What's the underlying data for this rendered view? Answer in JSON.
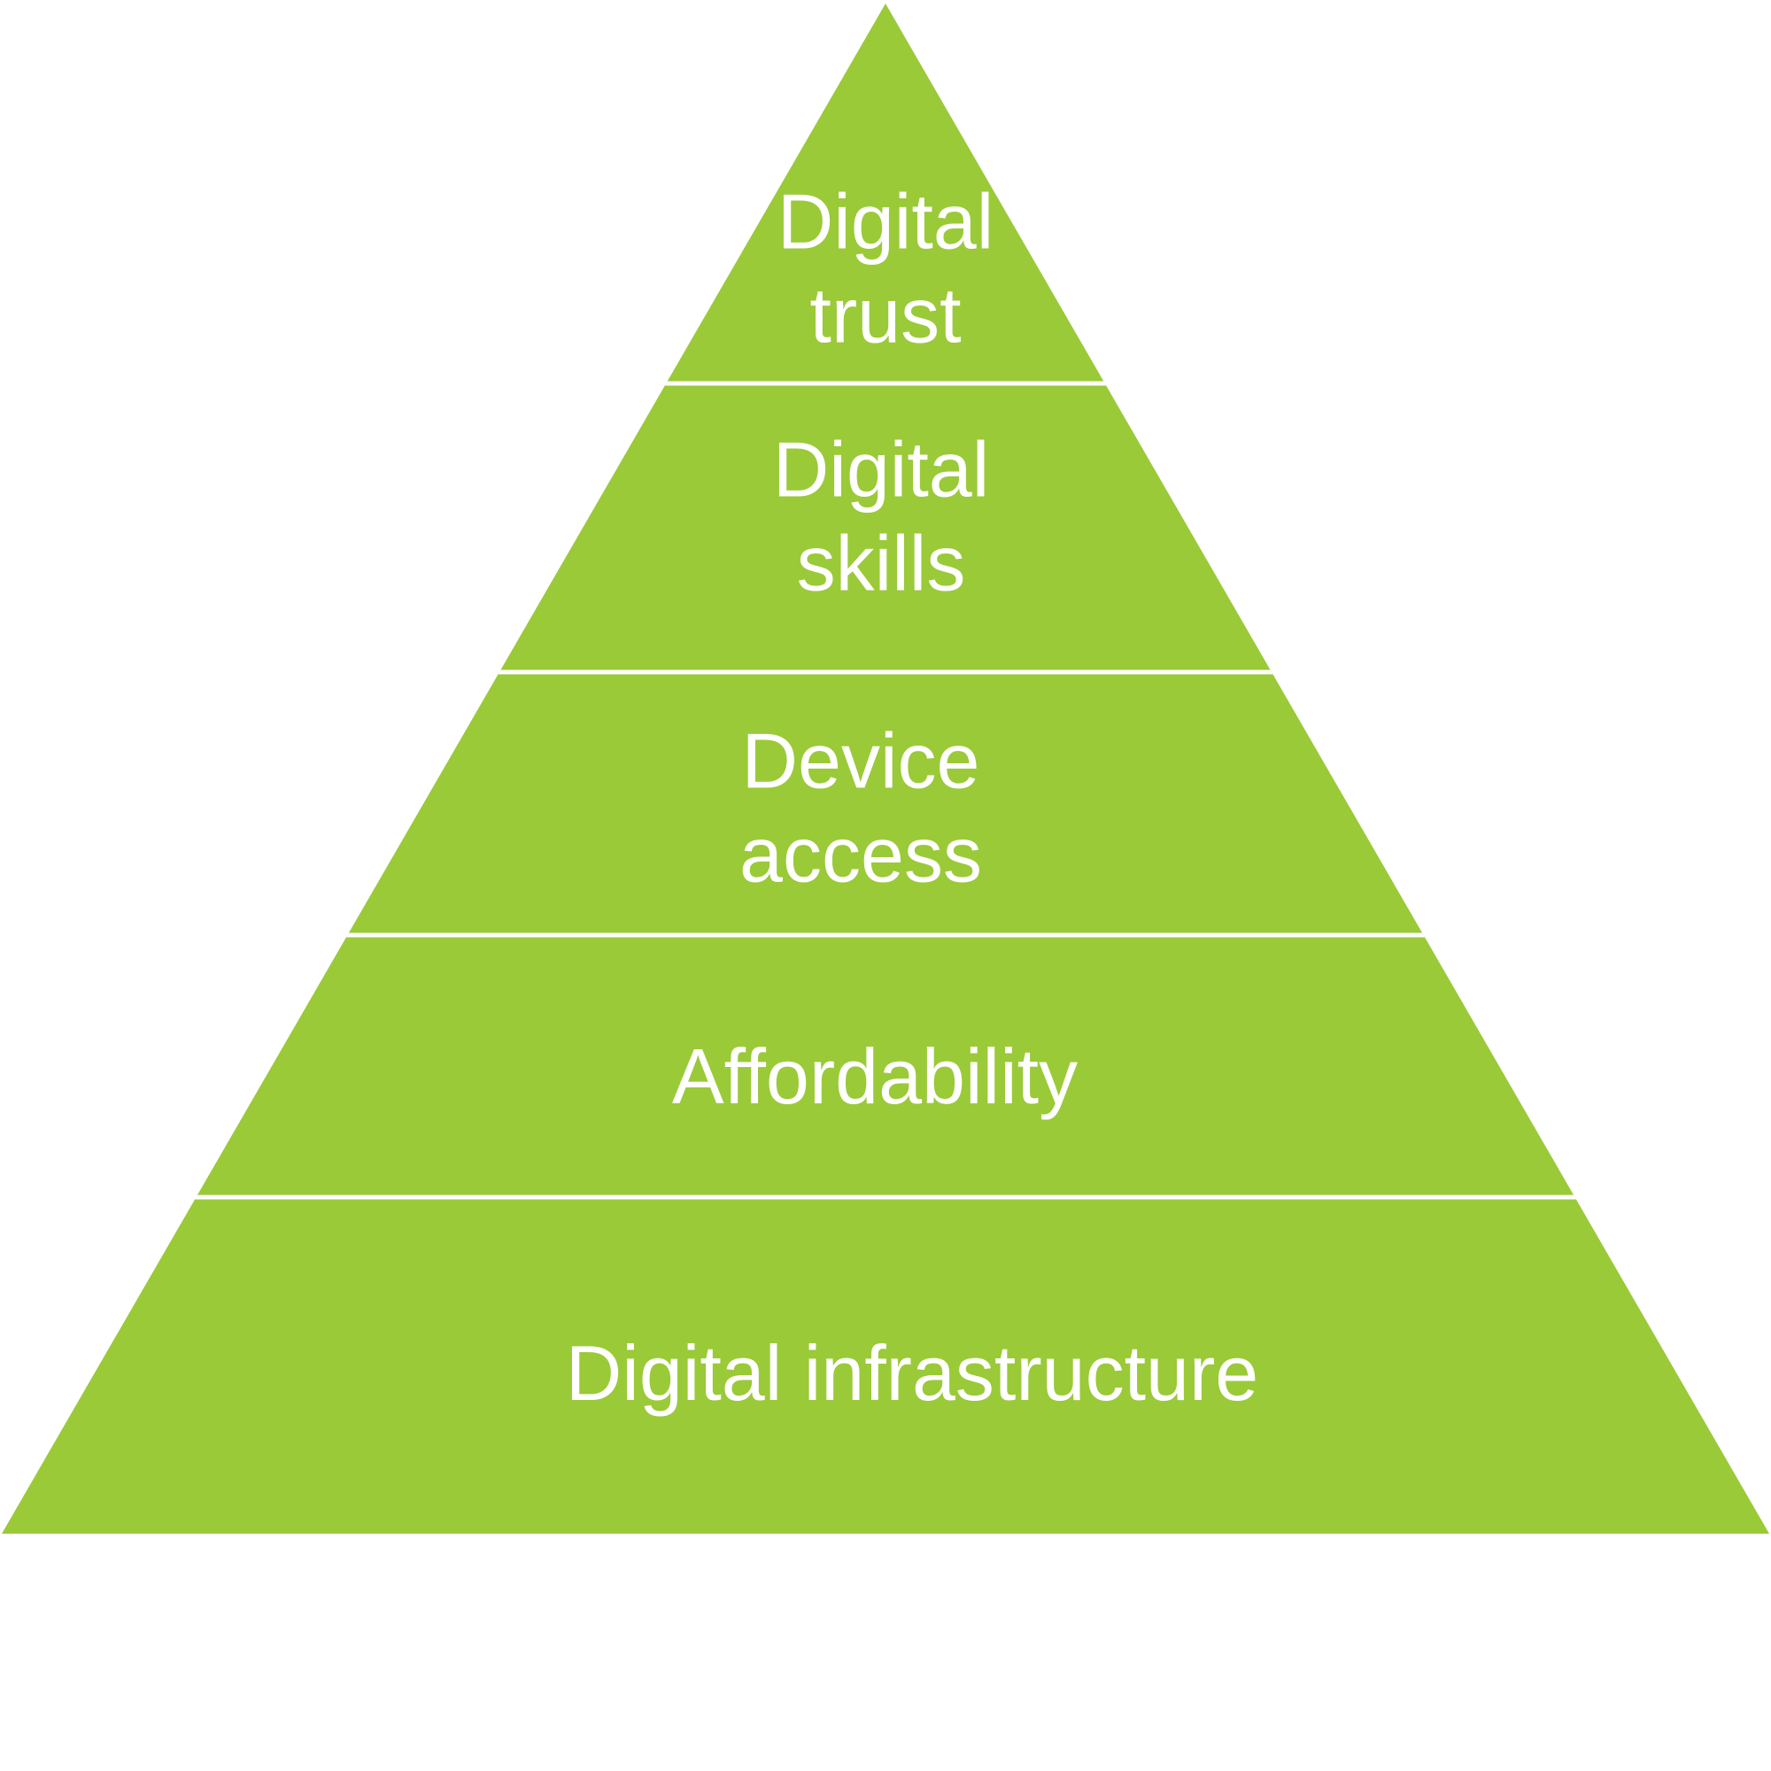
{
  "pyramid": {
    "fill_color": "#9ACA38",
    "divider_color": "#FFFFFF",
    "text_color": "#FFFFFF",
    "background_color": "#FFFFFF",
    "levels": [
      {
        "label": "Digital\ntrust"
      },
      {
        "label": "Digital\nskills"
      },
      {
        "label": "Device\naccess"
      },
      {
        "label": "Affordability"
      },
      {
        "label": "Digital infrastructure"
      }
    ]
  }
}
